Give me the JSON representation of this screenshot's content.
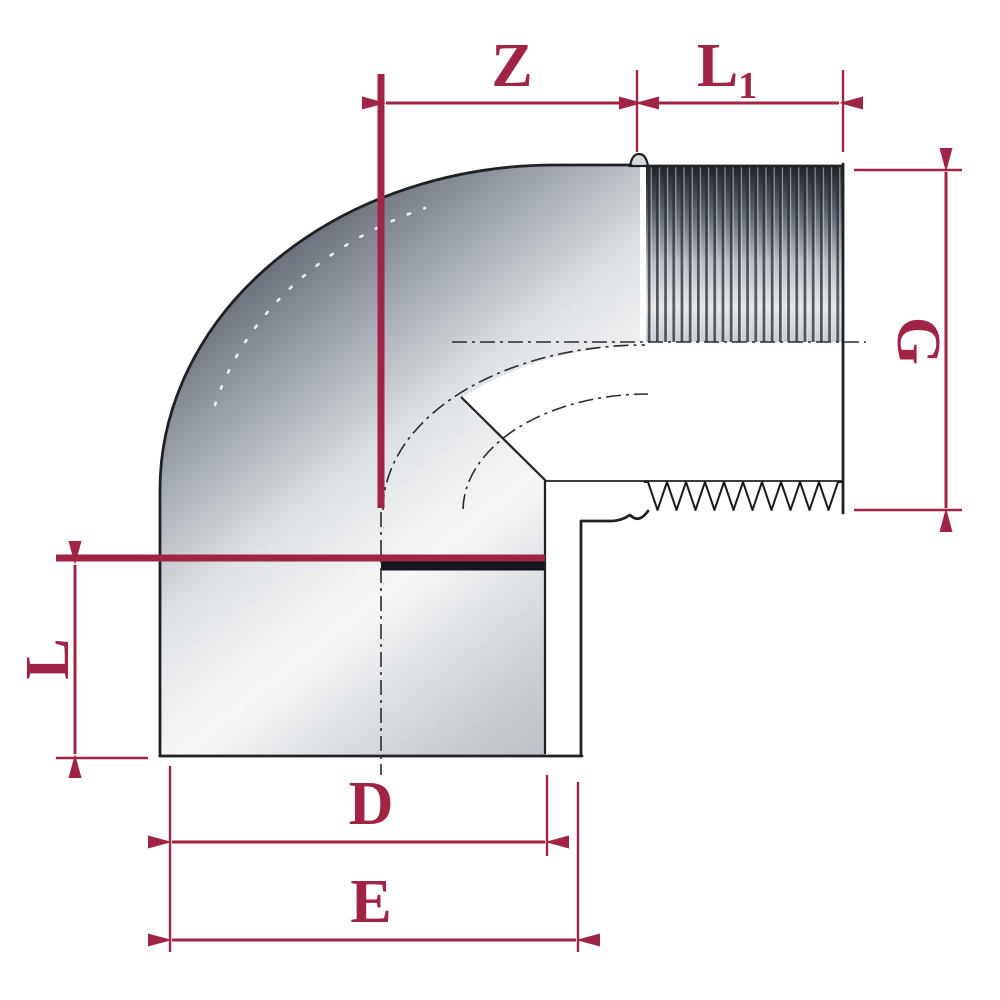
{
  "colors": {
    "accent": "#A02443",
    "line": "#1f2125",
    "background": "#ffffff",
    "metal_dark": "#2b3038",
    "metal_light": "#f6f7f8"
  },
  "labels": {
    "z": "Z",
    "l1_main": "L",
    "l1_sub": "1",
    "g": "G",
    "l": "L",
    "d": "D",
    "e": "E"
  }
}
